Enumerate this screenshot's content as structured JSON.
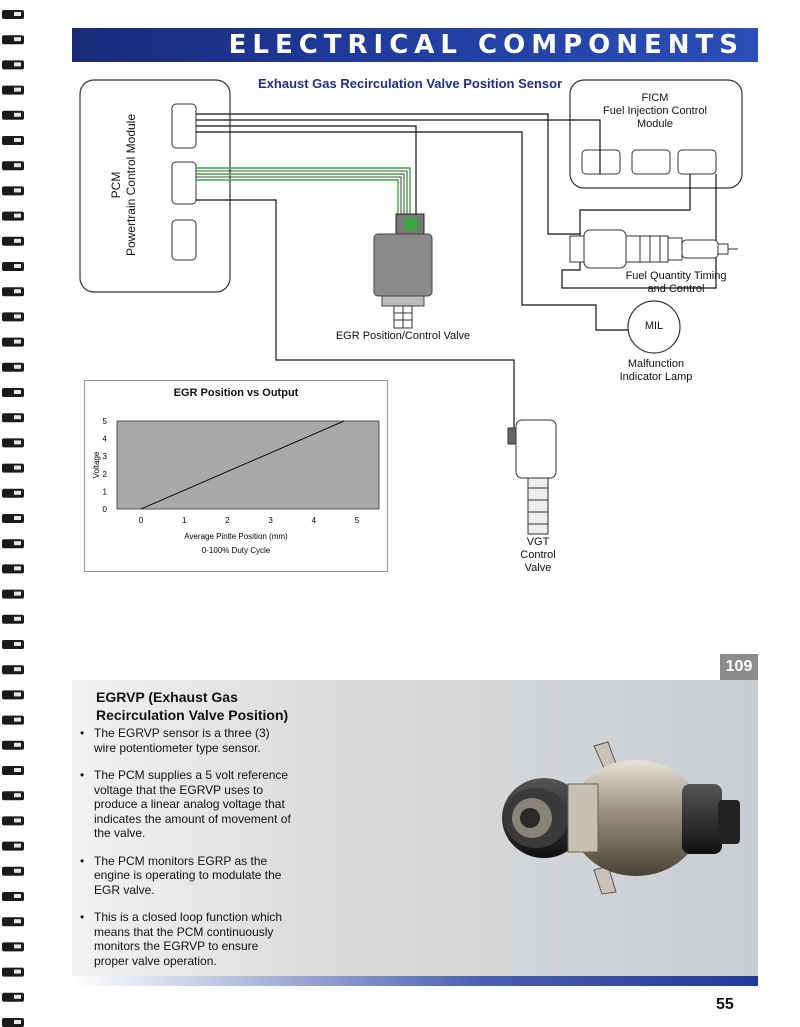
{
  "header": {
    "title": "ELECTRICAL COMPONENTS"
  },
  "diagram": {
    "subtitle": "Exhaust Gas Recirculation Valve Position Sensor",
    "pcm": {
      "line1": "PCM",
      "line2": "Powertrain Control Module"
    },
    "ficm": {
      "line1": "FICM",
      "line2": "Fuel Injection Control",
      "line3": "Module"
    },
    "injector": {
      "line1": "Fuel Quantity Timing",
      "line2": "and Control"
    },
    "mil": {
      "badge": "MIL",
      "line1": "Malfunction",
      "line2": "Indicator Lamp"
    },
    "egr_valve": {
      "label": "EGR Position/Control Valve"
    },
    "vgt": {
      "line1": "VGT",
      "line2": "Control",
      "line3": "Valve"
    },
    "wire_colors": {
      "green": "#3aa63a",
      "black": "#111111"
    }
  },
  "chart_data": {
    "type": "line",
    "title": "EGR Position vs Output",
    "xlabel": "Average Pintle Position (mm)",
    "xlabel2": "0-100% Duty Cycle",
    "ylabel": "Voltage",
    "x_ticks": [
      "0",
      "1",
      "2",
      "3",
      "4",
      "5"
    ],
    "y_ticks": [
      "0",
      "1",
      "2",
      "3",
      "4",
      "5"
    ],
    "xlim": [
      0,
      5
    ],
    "ylim": [
      0,
      5
    ],
    "series": [
      {
        "x": [
          0,
          4.7
        ],
        "y": [
          0,
          5
        ]
      }
    ],
    "plot_background": "#a9a9a9"
  },
  "section": {
    "page_tab": "109",
    "title": "EGRVP (Exhaust Gas Recirculation Valve Position)",
    "bullets": [
      "The EGRVP sensor is a three (3) wire potentiometer type sensor.",
      "The PCM supplies a 5 volt reference voltage that the EGRVP uses to produce a linear analog voltage that indicates the amount of movement of the valve.",
      "The PCM monitors EGRP as the engine is operating to modulate the EGR valve.",
      "This is a closed loop function which means that the PCM continuously monitors the EGRVP to ensure proper valve operation."
    ]
  },
  "footer": {
    "page_number": "55"
  }
}
